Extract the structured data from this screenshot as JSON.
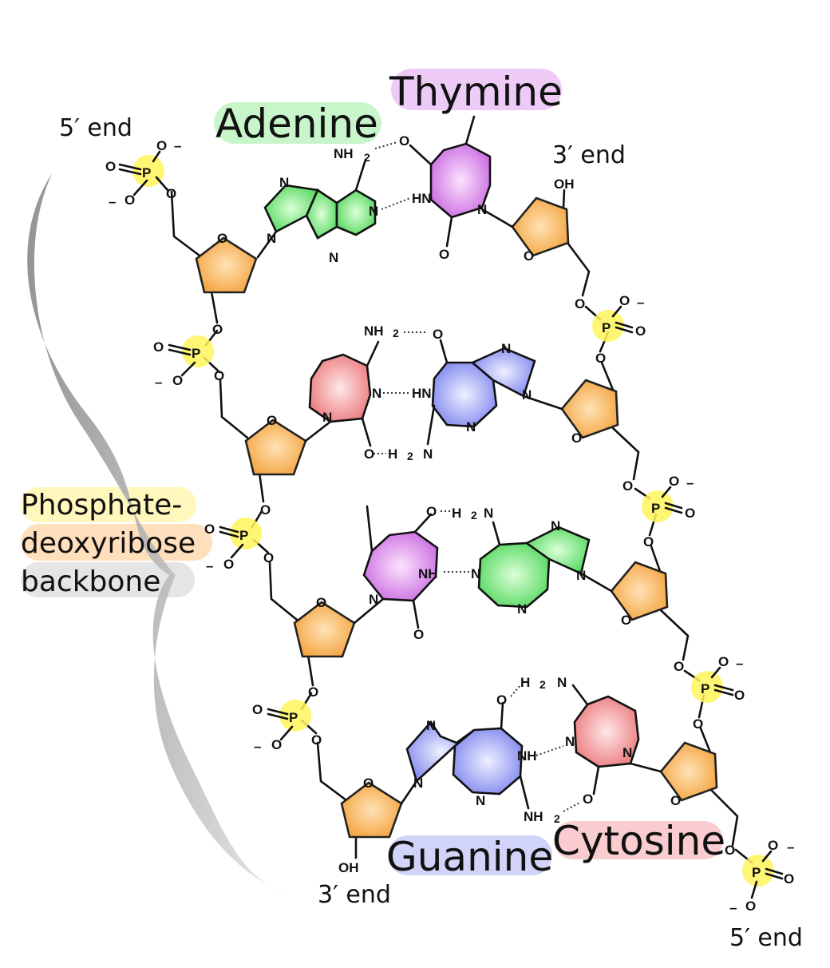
{
  "labels": {
    "adenine": "Adenine",
    "thymine": "Thymine",
    "guanine": "Guanine",
    "cytosine": "Cytosine",
    "five_end_top": "5′ end",
    "three_end_top": "3′ end",
    "three_end_bottom": "3′ end",
    "five_end_bottom": "5′ end",
    "backbone_line1": "Phosphate-",
    "backbone_line2": "deoxyribose",
    "backbone_line3": "backbone"
  },
  "colors": {
    "adenine": "#5fe06a",
    "thymine": "#d77ee8",
    "guanine": "#8f96f2",
    "cytosine": "#f08a8c",
    "sugar": "#f6a843",
    "phosphate": "#fff45a"
  },
  "atoms": {
    "O": "O",
    "N": "N",
    "P": "P",
    "OH": "OH",
    "NH": "NH",
    "HN": "HN",
    "NH2": "NH",
    "H2": "H",
    "sub2": "2",
    "minus": "–"
  }
}
